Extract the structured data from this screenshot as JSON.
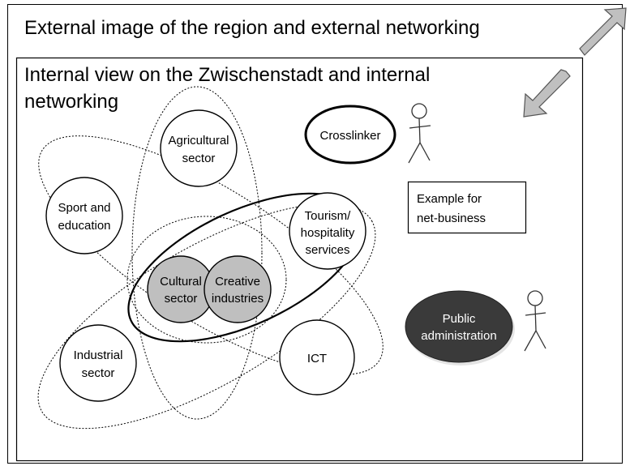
{
  "outer_frame": {
    "title": "External image of the region and external networking"
  },
  "inner_frame": {
    "title_line1": "Internal view on the Zwischenstadt and internal",
    "title_line2": "networking"
  },
  "nodes": {
    "agricultural": [
      "Agricultural",
      "sector"
    ],
    "sport": [
      "Sport and",
      "education"
    ],
    "tourism": [
      "Tourism/",
      "hospitality",
      "services"
    ],
    "cultural": [
      "Cultural",
      "sector"
    ],
    "creative": [
      "Creative",
      "industries"
    ],
    "industrial": [
      "Industrial",
      "sector"
    ],
    "ict": [
      "ICT"
    ]
  },
  "actors": {
    "crosslinker": "Crosslinker",
    "public_admin": [
      "Public",
      "administration"
    ]
  },
  "example_box": [
    "Example for",
    "net-business"
  ],
  "colors": {
    "stroke": "#000000",
    "gray_fill": "#bfbfbf",
    "dark_fill": "#3a3a3a",
    "arrow_fill": "#c0c0c0",
    "arrow_stroke": "#555555"
  }
}
